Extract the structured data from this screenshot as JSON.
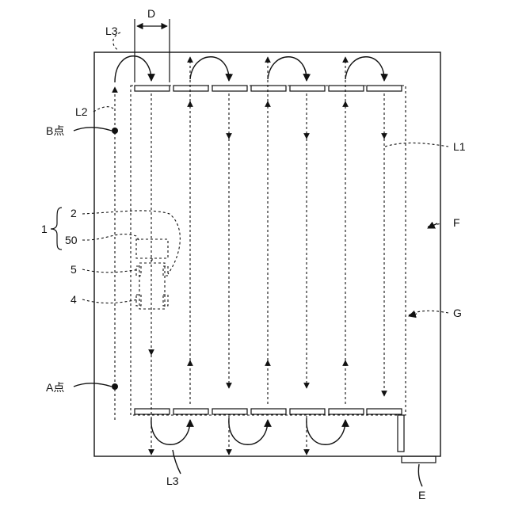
{
  "labels": {
    "D": "D",
    "L3_top": "L3",
    "L3_bottom": "L3",
    "L2": "L2",
    "L1": "L1",
    "B_point": "B点",
    "A_point": "A点",
    "n1": "1",
    "n2": "2",
    "n50": "50",
    "n5": "5",
    "n4": "4",
    "F": "F",
    "G": "G",
    "E": "E"
  }
}
